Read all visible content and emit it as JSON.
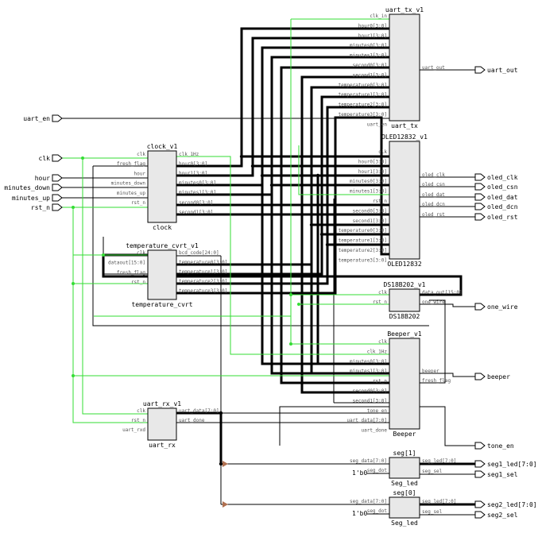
{
  "ports_left": [
    {
      "id": "uart_en",
      "label": "uart_en"
    },
    {
      "id": "clk",
      "label": "clk"
    },
    {
      "id": "hour",
      "label": "hour"
    },
    {
      "id": "minutes_down",
      "label": "minutes_down"
    },
    {
      "id": "minutes_up",
      "label": "minutes_up"
    },
    {
      "id": "rst_n",
      "label": "rst_n"
    }
  ],
  "ports_right": [
    {
      "id": "uart_out",
      "label": "uart_out"
    },
    {
      "id": "oled_clk",
      "label": "oled_clk"
    },
    {
      "id": "oled_csn",
      "label": "oled_csn"
    },
    {
      "id": "oled_dat",
      "label": "oled_dat"
    },
    {
      "id": "oled_dcn",
      "label": "oled_dcn"
    },
    {
      "id": "oled_rst",
      "label": "oled_rst"
    },
    {
      "id": "one_wire",
      "label": "one_wire"
    },
    {
      "id": "beeper",
      "label": "beeper"
    },
    {
      "id": "tone_en",
      "label": "tone_en"
    },
    {
      "id": "seg1_led",
      "label": "seg1_led[7:0]"
    },
    {
      "id": "seg1_sel",
      "label": "seg1_sel"
    },
    {
      "id": "seg2_led",
      "label": "seg2_led[7:0]"
    },
    {
      "id": "seg2_sel",
      "label": "seg2_sel"
    }
  ],
  "blocks": [
    {
      "id": "uart_tx",
      "inst": "uart_tx_v1",
      "module": "uart_tx",
      "inputs": [
        "clk_in",
        "hour0[3:0]",
        "hour1[3:0]",
        "minutes0[3:0]",
        "minutes1[3:0]",
        "second0[3:0]",
        "second1[3:0]",
        "temperature0[3:0]",
        "temperature1[3:0]",
        "temperature2[3:0]",
        "temperature3[3:0]",
        "uart_en"
      ],
      "outputs": [
        "uart_out"
      ]
    },
    {
      "id": "oled",
      "inst": "OLED12832_v1",
      "module": "OLED12832",
      "inputs": [
        "clk",
        "hour0[3:0]",
        "hour1[3:0]",
        "minutes0[3:0]",
        "minutes1[3:0]",
        "rst_n",
        "second0[3:0]",
        "second1[3:0]",
        "temperature0[3:0]",
        "temperature1[3:0]",
        "temperature2[3:0]",
        "temperature3[3:0]"
      ],
      "outputs": [
        "oled_clk",
        "oled_csn",
        "oled_dat",
        "oled_dcn",
        "oled_rst"
      ]
    },
    {
      "id": "clock",
      "inst": "clock_v1",
      "module": "clock",
      "inputs": [
        "clk",
        "fresh_flag",
        "hour",
        "minutes_down",
        "minutes_up",
        "rst_n"
      ],
      "outputs": [
        "clk_1Hz",
        "hour0[3:0]",
        "hour1[3:0]",
        "minutes0[3:0]",
        "minutes1[3:0]",
        "second0[3:0]",
        "second1[3:0]"
      ]
    },
    {
      "id": "temp",
      "inst": "temperature_cvrt_v1",
      "module": "temperature_cvrt",
      "inputs": [
        "clk",
        "dataout[15:0]",
        "fresh_flag",
        "rst_n"
      ],
      "outputs": [
        "bcd_code[24:0]",
        "temperature0[3:0]",
        "temperature1[3:0]",
        "temperature2[3:0]",
        "temperature3[3:0]"
      ]
    },
    {
      "id": "ds18b20",
      "inst": "DS18B202_v1",
      "module": "DS18B202",
      "inputs": [
        "clk",
        "rst_n"
      ],
      "outputs": [
        "data_out[15:0]",
        "one_wire"
      ]
    },
    {
      "id": "beeper",
      "inst": "Beeper_v1",
      "module": "Beeper",
      "inputs": [
        "clk",
        "clk_1Hz",
        "minutes0[3:0]",
        "minutes1[3:0]",
        "rst_n",
        "second0[3:0]",
        "second1[3:0]",
        "tone_en",
        "uart_data[7:0]",
        "uart_done"
      ],
      "outputs": [
        "beeper",
        "fresh_flag"
      ]
    },
    {
      "id": "uart_rx",
      "inst": "uart_rx_v1",
      "module": "uart_rx",
      "inputs": [
        "clk",
        "rst_n",
        "uart_rxd"
      ],
      "outputs": [
        "uart_data[7:0]",
        "uart_done"
      ]
    },
    {
      "id": "seg1",
      "inst": "seg[1]",
      "module": "Seg_led",
      "inputs": [
        "seg_data[7:0]",
        "seg_dot"
      ],
      "outputs": [
        "seg_led[7:0]",
        "seg_sel"
      ]
    },
    {
      "id": "seg0",
      "inst": "seg[0]",
      "module": "Seg_led",
      "inputs": [
        "seg_data[7:0]",
        "seg_dot"
      ],
      "outputs": [
        "seg_led[7:0]",
        "seg_sel"
      ]
    }
  ],
  "constants": [
    "1'b0",
    "1'b0"
  ],
  "colors": {
    "wire": "#000000",
    "clock_net": "#33dd33",
    "block_fill": "#e8e8e8",
    "buffer": "#b07050"
  }
}
